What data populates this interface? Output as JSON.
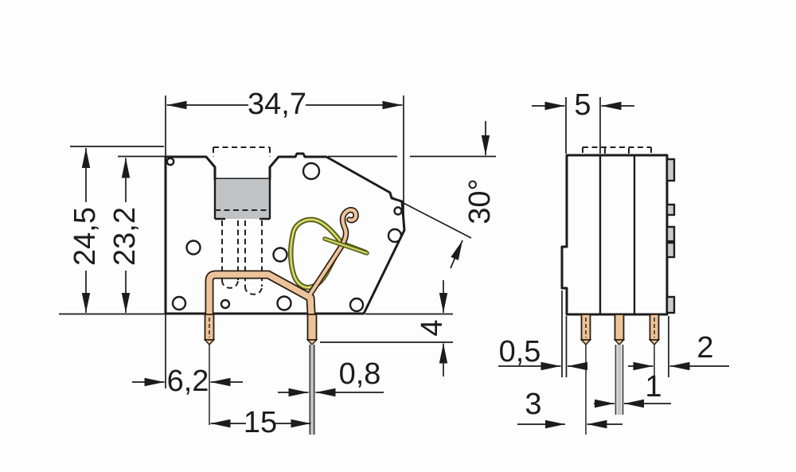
{
  "drawing": {
    "kind": "technical-dimension-drawing",
    "component": "pcb-terminal-block",
    "units": "mm",
    "dims": {
      "front": {
        "overall_width": "34,7",
        "height_total": "24,5",
        "height_body": "23,2",
        "angle": "30°",
        "pin_protrusion": "4",
        "first_pin_offset": "6,2",
        "pin_spacing": "15",
        "pin_end_width": "0,8"
      },
      "side": {
        "pitch": "5",
        "step_offset": "0,5",
        "pin_row_inset": "3",
        "pin_thickness": "1",
        "pin_to_edge": "2"
      }
    },
    "colors": {
      "background": "#fdfdfd",
      "body_gray": "#c8cbcd",
      "recess_gray": "#bfc3c5",
      "outline": "#1c1c1c",
      "copper": "#ecc49c",
      "copper_edge": "#2b1d12",
      "spring_dark": "#4c561b",
      "spring_mid": "#8f9a30",
      "spring_light": "#e9e27a"
    }
  }
}
